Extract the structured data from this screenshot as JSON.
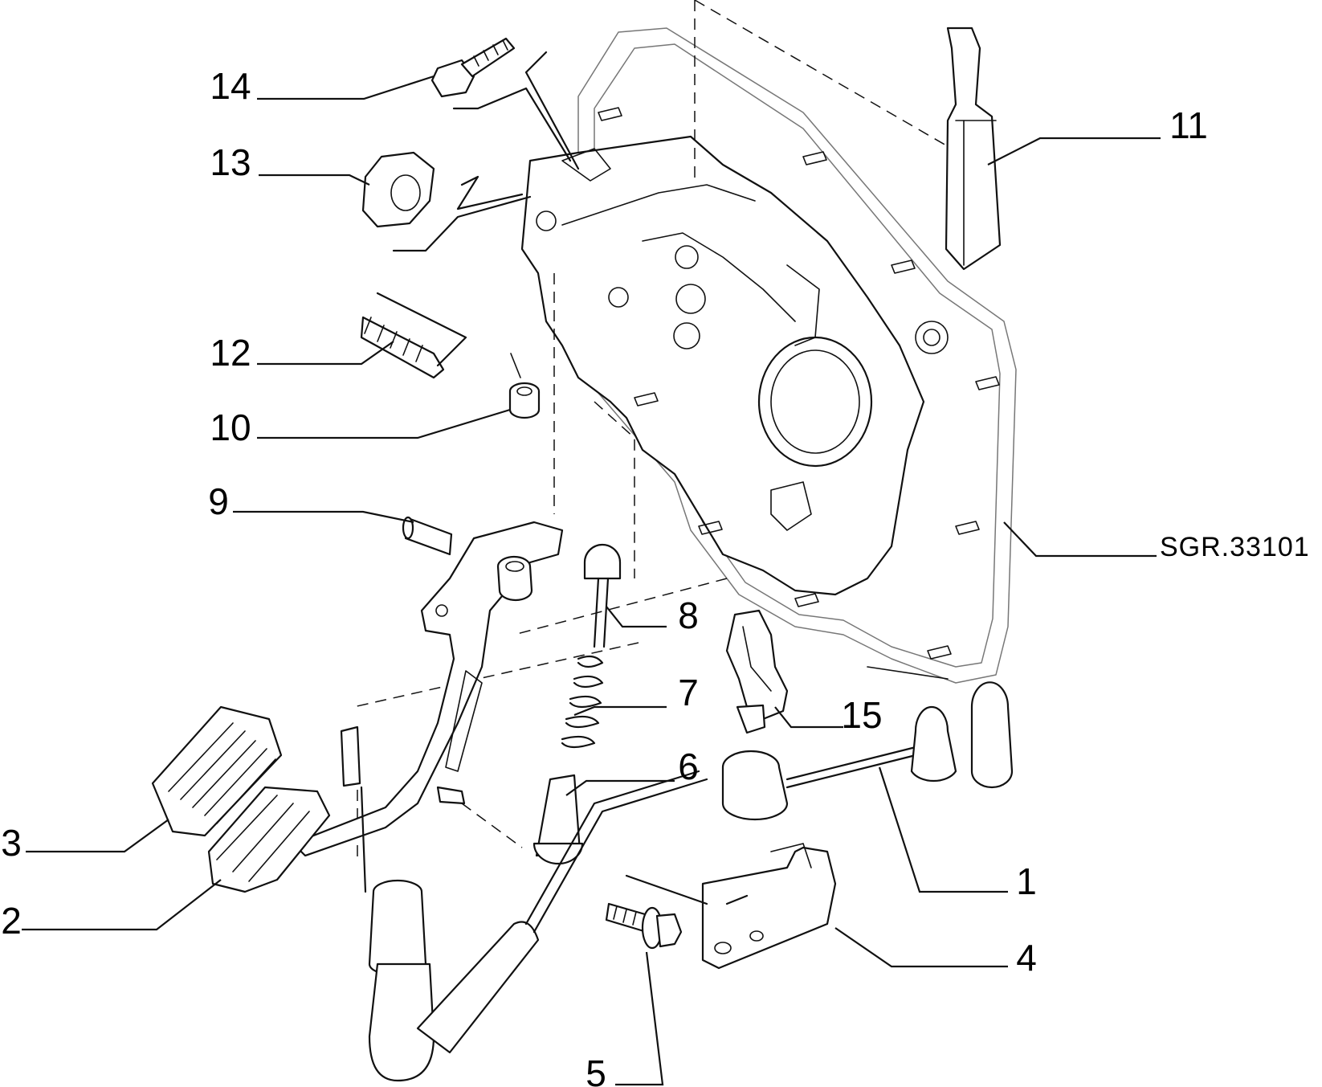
{
  "drawing_code": "SGR.33101",
  "callouts": {
    "c1": "1",
    "c2": "2",
    "c3": "3",
    "c4": "4",
    "c5": "5",
    "c6": "6",
    "c7": "7",
    "c8": "8",
    "c9": "9",
    "c10": "10",
    "c11": "11",
    "c12": "12",
    "c13": "13",
    "c14": "14",
    "c15": "15"
  }
}
